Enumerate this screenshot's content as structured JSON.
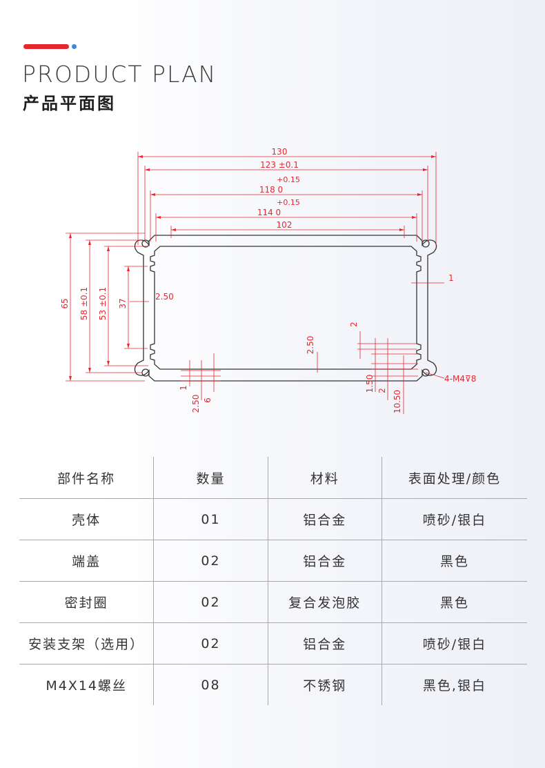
{
  "header": {
    "title_en": "PRODUCT PLAN",
    "title_cn": "产品平面图",
    "accent_red": "#e8262d",
    "accent_blue": "#3f86d6"
  },
  "drawing": {
    "line_color": "#e8262d",
    "profile_color": "#333333",
    "labels": {
      "w130": "130",
      "w123": "123 ±0.1",
      "tol118": "+0.15",
      "w118": "118  0",
      "tol114": "+0.15",
      "w114": "114  0",
      "w102": "102",
      "d1_right": "1",
      "h65": "65",
      "h58": "58 ±0.1",
      "h53": "53 ±0.1",
      "h37": "37",
      "d250_left": "2.50",
      "d250_center": "2.50",
      "d2_right": "2",
      "d1_bottom": "1",
      "d250_bottom": "2.50",
      "d6_bottom": "6",
      "d150_bottom": "1.50",
      "d2_bottom": "2",
      "d1050_bottom": "10.50",
      "screw_note": "4-M4⊽8"
    }
  },
  "table": {
    "headers": [
      "部件名称",
      "数量",
      "材料",
      "表面处理/颜色"
    ],
    "rows": [
      [
        "壳体",
        "01",
        "铝合金",
        "喷砂/银白"
      ],
      [
        "端盖",
        "02",
        "铝合金",
        "黑色"
      ],
      [
        "密封圈",
        "02",
        "复合发泡胶",
        "黑色"
      ],
      [
        "安装支架（选用）",
        "02",
        "铝合金",
        "喷砂/银白"
      ],
      [
        "M4X14螺丝",
        "08",
        "不锈钢",
        "黑色,银白"
      ]
    ]
  }
}
